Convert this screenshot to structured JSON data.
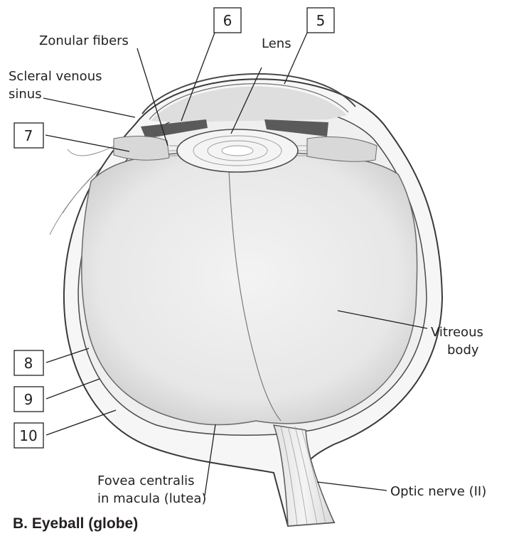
{
  "labels": {
    "zonular_fibers": "Zonular fibers",
    "lens": "Lens",
    "scleral_venous_sinus_line1": "Scleral venous",
    "scleral_venous_sinus_line2": "sinus",
    "vitreous_body_line1": "Vitreous",
    "vitreous_body_line2": "body",
    "fovea_line1": "Fovea centralis",
    "fovea_line2": "in macula (lutea)",
    "optic_nerve": "Optic nerve (II)"
  },
  "numbered_boxes": {
    "box_5": "5",
    "box_6": "6",
    "box_7": "7",
    "box_8": "8",
    "box_9": "9",
    "box_10": "10"
  },
  "caption": "B. Eyeball (globe)"
}
